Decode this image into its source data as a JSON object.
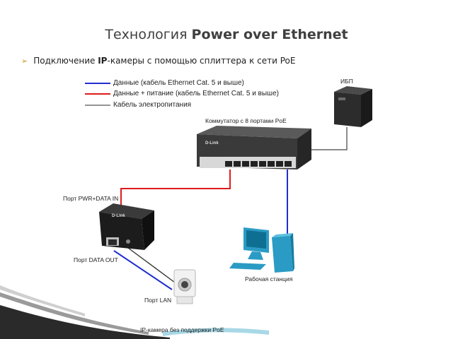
{
  "title": {
    "prefix": "Технология ",
    "bold": "Power over Ethernet"
  },
  "bullet": {
    "text_prefix": "Подключение ",
    "text_bold": "IP",
    "text_suffix": "-камеры с помощью сплиттера к сети PoE"
  },
  "legend": [
    {
      "label": "Данные (кабель Ethernet Cat. 5 и выше)",
      "color": "#1f2fd0"
    },
    {
      "label": "Данные + питание (кабель Ethernet Cat. 5 и выше)",
      "color": "#e01b1b"
    },
    {
      "label": "Кабель электропитания",
      "color": "#555555"
    }
  ],
  "labels": {
    "ups": "ИБП",
    "switch": "Коммутатор с 8 портами PoE",
    "splitter_in": "Порт PWR+DATA IN",
    "splitter_out": "Порт DATA OUT",
    "workstation": "Рабочая станция",
    "camera_port": "Порт LAN",
    "camera": "IP-камера без поддержки PoE",
    "switch_brand": "D-Link",
    "splitter_brand": "D-Link"
  },
  "colors": {
    "title_text": "#404040",
    "bullet_arrow": "#c89a2a",
    "workstation": "#2a9bc4"
  }
}
